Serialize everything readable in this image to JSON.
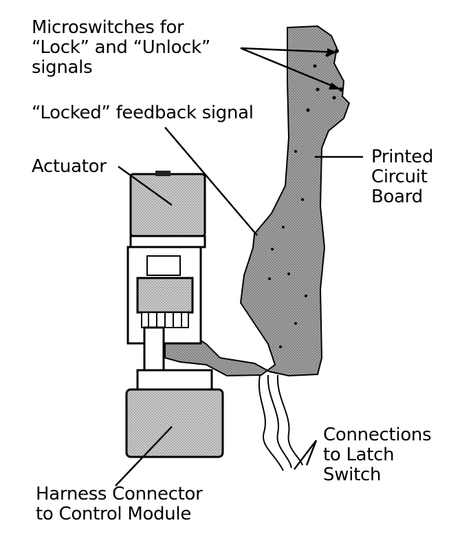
{
  "labels": {
    "microswitches": [
      "Microswitches for",
      "“Lock” and “Unlock”",
      "signals"
    ],
    "locked_feedback": "“Locked” feedback signal",
    "actuator": "Actuator",
    "pcb": [
      "Printed",
      "Circuit",
      "Board"
    ],
    "connections": [
      "Connections",
      "to Latch",
      "Switch"
    ],
    "harness": [
      "Harness Connector",
      "to Control Module"
    ]
  },
  "colors": {
    "ink": "#000000",
    "board_fill": "#8f8f8f",
    "part_fill": "#b8b8b8",
    "background": "#ffffff"
  }
}
